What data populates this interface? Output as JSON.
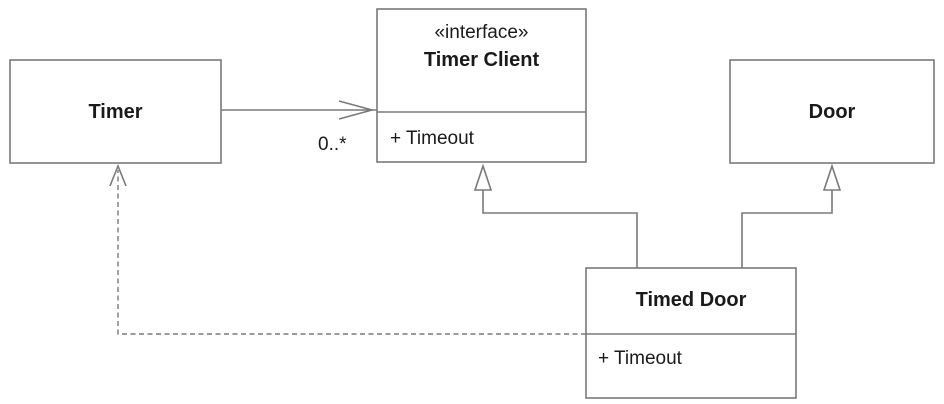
{
  "classes": {
    "timer": {
      "name": "Timer"
    },
    "timer_client": {
      "stereotype": "«interface»",
      "name": "Timer Client",
      "operation": "+ Timeout"
    },
    "door": {
      "name": "Door"
    },
    "timed_door": {
      "name": "Timed Door",
      "operation": "+ Timeout"
    }
  },
  "relationships": {
    "timer_to_client": {
      "type": "association",
      "multiplicity": "0..*"
    },
    "timed_door_to_client": {
      "type": "realization"
    },
    "timed_door_to_door": {
      "type": "generalization"
    },
    "timed_door_to_timer": {
      "type": "dependency"
    }
  }
}
